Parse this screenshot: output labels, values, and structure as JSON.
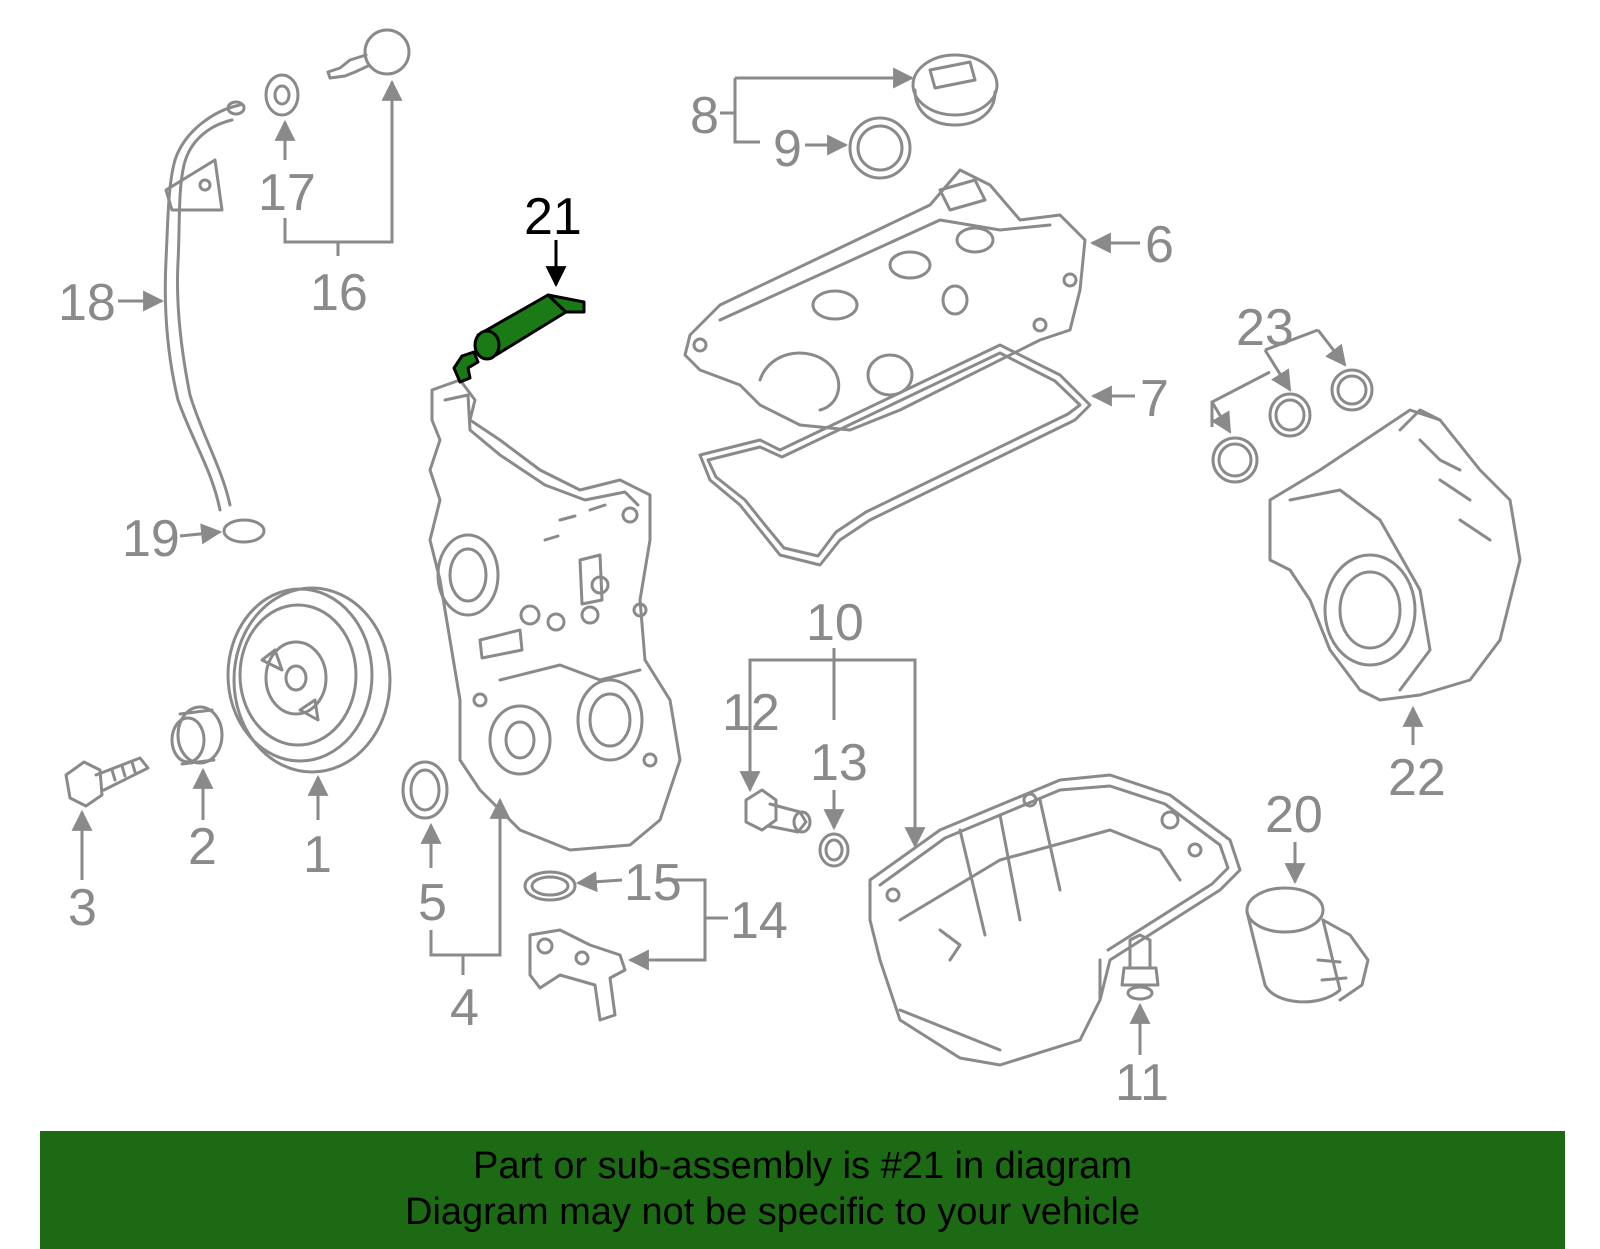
{
  "colors": {
    "line_gray": "#8a8a8a",
    "highlight_green": "#1a7a16",
    "banner_green": "#1c6b14",
    "text_black": "#000000"
  },
  "highlighted_part": "21",
  "callouts": {
    "c1": "1",
    "c2": "2",
    "c3": "3",
    "c4": "4",
    "c5": "5",
    "c6": "6",
    "c7": "7",
    "c8": "8",
    "c9": "9",
    "c10": "10",
    "c11": "11",
    "c12": "12",
    "c13": "13",
    "c14": "14",
    "c15": "15",
    "c16": "16",
    "c17": "17",
    "c18": "18",
    "c19": "19",
    "c20": "20",
    "c21": "21",
    "c22": "22",
    "c23": "23"
  },
  "banner": {
    "line1": "Part or sub-assembly is #21 in diagram",
    "line2": "Diagram may not be specific to your vehicle"
  }
}
